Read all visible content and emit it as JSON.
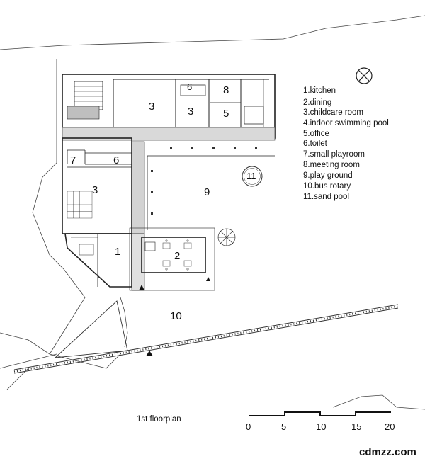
{
  "legend": [
    "1.kitchen",
    "2.dining",
    "3.childcare room",
    "4.indoor swimming pool",
    "5.office",
    "6.toilet",
    "7.small playroom",
    "8.meeting room",
    "9.play ground",
    "10.bus rotary",
    "11.sand pool"
  ],
  "rooms": {
    "r3a": "3",
    "r3b": "3",
    "r3c": "3",
    "r6a": "6",
    "r6b": "6",
    "r8": "8",
    "r5": "5",
    "r7": "7",
    "r9": "9",
    "r11": "11",
    "r1": "1",
    "r2": "2",
    "r10": "10"
  },
  "caption": "1st floorplan",
  "scale_bar": {
    "ticks": [
      "0",
      "5",
      "10",
      "15",
      "20"
    ]
  },
  "watermark": "cdmzz.com"
}
